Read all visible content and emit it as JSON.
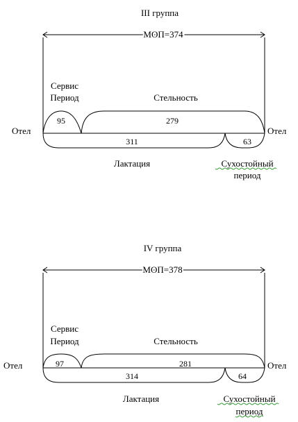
{
  "diagrams": [
    {
      "title": "III группа",
      "mop": "МОП=374",
      "service_label_1": "Сервис",
      "service_label_2": "Период",
      "pregnancy_label": "Стельность",
      "calving_left": "Отел",
      "calving_right": "Отел",
      "service_days": "95",
      "pregnancy_days": "279",
      "lactation_days": "311",
      "dry_days": "63",
      "lactation_label": "Лактация",
      "dry_label_1": "Сухостойный",
      "dry_label_2": "период"
    },
    {
      "title": "IV группа",
      "mop": "МОП=378",
      "service_label_1": "Сервис",
      "service_label_2": "Период",
      "pregnancy_label": "Стельность",
      "calving_left": "Отел",
      "calving_right": "Отел",
      "service_days": "97",
      "pregnancy_days": "281",
      "lactation_days": "314",
      "dry_days": "64",
      "lactation_label": "Лактация",
      "dry_label_1": "Сухостойный",
      "dry_label_2": "период"
    }
  ]
}
